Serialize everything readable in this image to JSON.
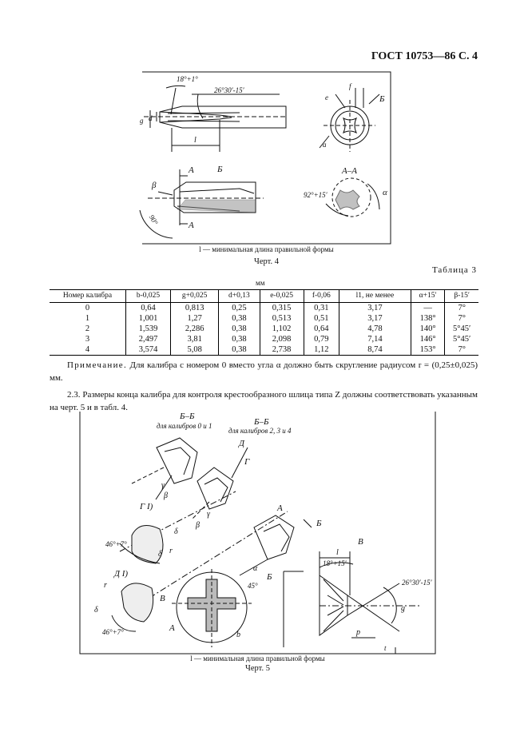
{
  "header": "ГОСТ 10753—86 С. 4",
  "figure4": {
    "caption_note": "l — минимальная длина правильной формы",
    "caption": "Черт. 4",
    "labels": {
      "angle_top": "18°+1°",
      "angle_main": "26°30′-15′",
      "g": "g",
      "d": "d",
      "l": "l",
      "e": "e",
      "f": "f",
      "a": "a",
      "view_B": "Б",
      "view_B2": "Б",
      "arrow_A1": "А",
      "arrow_A2": "А",
      "beta": "β",
      "angle_90": "90°",
      "section_AA": "А–А",
      "angle_92": "92°+15′",
      "alpha": "α"
    }
  },
  "table3": {
    "title": "Таблица 3",
    "unit": "мм",
    "columns": [
      "Номер калибра",
      "b-0,025",
      "g+0,025",
      "d+0,13",
      "e-0,025",
      "f-0,06",
      "l1, не менее",
      "α+15′",
      "β-15′"
    ],
    "rows": [
      [
        "0",
        "0,64",
        "0,813",
        "0,25",
        "0,315",
        "0,31",
        "3,17",
        "—",
        "7°"
      ],
      [
        "1",
        "1,001",
        "1,27",
        "0,38",
        "0,513",
        "0,51",
        "3,17",
        "138°",
        "7°"
      ],
      [
        "2",
        "1,539",
        "2,286",
        "0,38",
        "1,102",
        "0,64",
        "4,78",
        "140°",
        "5°45′"
      ],
      [
        "3",
        "2,497",
        "3,81",
        "0,38",
        "2,098",
        "0,79",
        "7,14",
        "146°",
        "5°45′"
      ],
      [
        "4",
        "3,574",
        "5,08",
        "0,38",
        "2,738",
        "1,12",
        "8,74",
        "153°",
        "7°"
      ]
    ]
  },
  "note": {
    "label": "Примечание.",
    "text": "Для калибра с номером 0 вместо угла α должно быть скругление радиусом r = (0,25±0,025) мм."
  },
  "section_2_3": "2.3. Размеры конца калибра для контроля крестообразного шлица типа Z должны соответствовать указанным на черт. 5 и в табл. 4.",
  "figure5": {
    "caption_note": "l — минимальная длина правильной формы",
    "caption": "Черт. 5",
    "labels": {
      "bb1_title": "Б–Б",
      "bb1_sub": "для калибров 0 и 1",
      "bb2_title": "Б–Б",
      "bb2_sub": "для калибров 2, 3 и 4",
      "D": "Д",
      "G": "Г",
      "gamma1": "γ",
      "beta1": "β",
      "delta1": "δ",
      "gamma2": "γ",
      "beta2": "β",
      "delta2": "δ",
      "G1": "Г  I)",
      "angle46a": "46°+7°",
      "r1": "r",
      "D1": "Д  I)",
      "r2": "r",
      "delta3": "δ",
      "angle46b": "46°+7°",
      "A_top": "А",
      "B_top": "Б",
      "V_top": "В",
      "alpha": "α",
      "B_mid": "Б",
      "angle45": "45°",
      "V_left": "В",
      "A_left": "А",
      "b": "b",
      "l": "l",
      "angle18": "18°+15′",
      "angle26": "26°30′-15′",
      "g": "g",
      "p": "p",
      "t": "t"
    }
  }
}
